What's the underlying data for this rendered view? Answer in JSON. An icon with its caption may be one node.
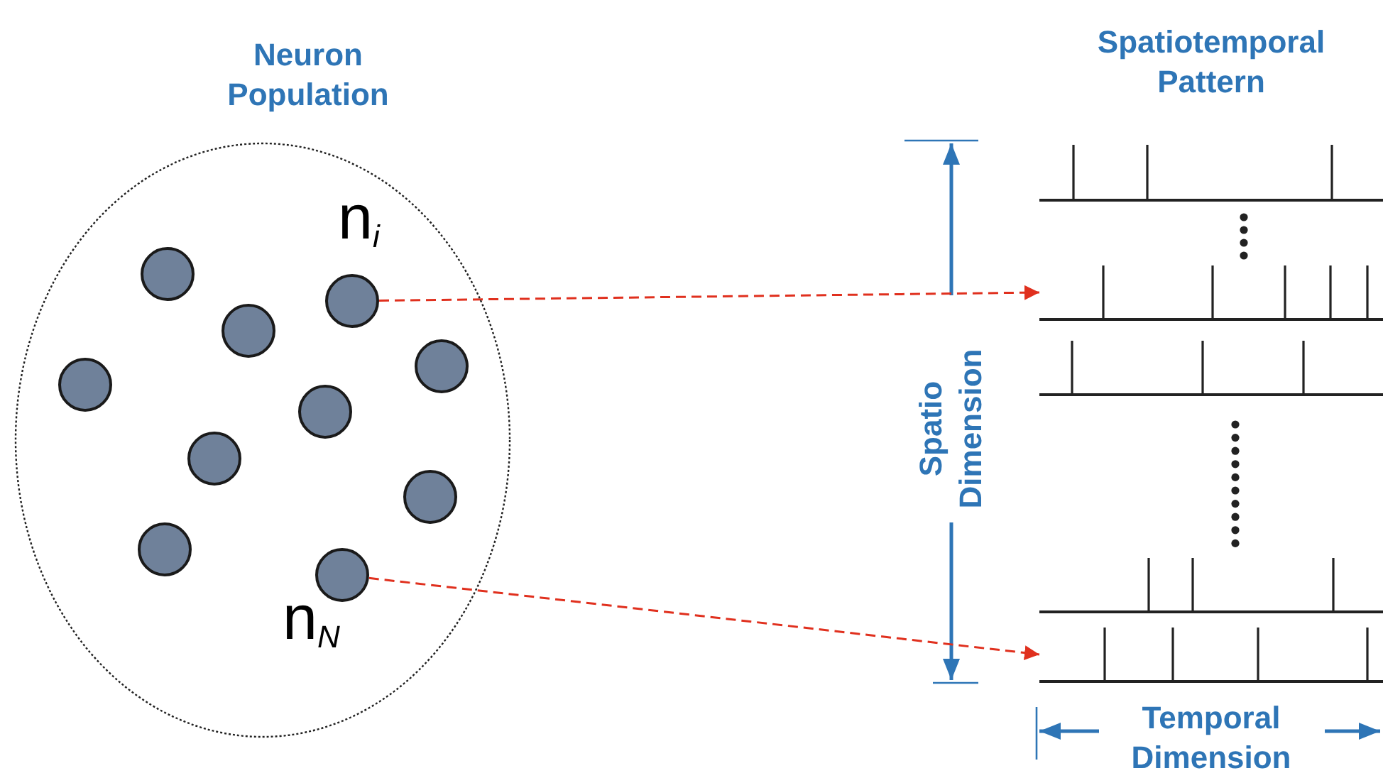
{
  "diagram": {
    "nodes": [
      {
        "text": [
          "Neuron Population"
        ]
      },
      {
        "text": [],
        "shape": "circle",
        "in": 0
      },
      {
        "text": [],
        "shape": "circle",
        "in": 0,
        "beside": [
          "n$_{i}$"
        ]
      },
      {
        "text": [],
        "shape": "circle",
        "in": 0
      },
      {
        "text": [],
        "shape": "circle",
        "in": 0
      },
      {
        "text": [],
        "shape": "circle",
        "in": 0
      },
      {
        "text": [],
        "shape": "circle",
        "in": 0
      },
      {
        "text": [],
        "shape": "circle",
        "in": 0
      },
      {
        "text": [],
        "shape": "circle",
        "in": 0
      },
      {
        "text": [],
        "shape": "circle",
        "in": 0
      },
      {
        "text": [],
        "shape": "circle",
        "in": 0,
        "beside": [
          "n$_{N}$"
        ]
      },
      {
        "text": [],
        "shape": "picture"
      },
      {
        "text": [],
        "shape": "picture"
      },
      {
        "text": [],
        "shape": "picture"
      },
      {
        "text": [],
        "shape": "picture"
      },
      {
        "text": [],
        "shape": "picture"
      }
    ],
    "edges": [
      {
        "from": 2,
        "to": 12,
        "arrow": "to",
        "style": "dashed",
        "color": "#e0301e"
      },
      {
        "from": 10,
        "to": 15,
        "arrow": "to",
        "style": "dashed",
        "color": "#e0301e"
      }
    ],
    "labels": [
      "Spatiotemporal Pattern",
      "Spatio Dimension",
      "Temporal Dimension"
    ]
  }
}
